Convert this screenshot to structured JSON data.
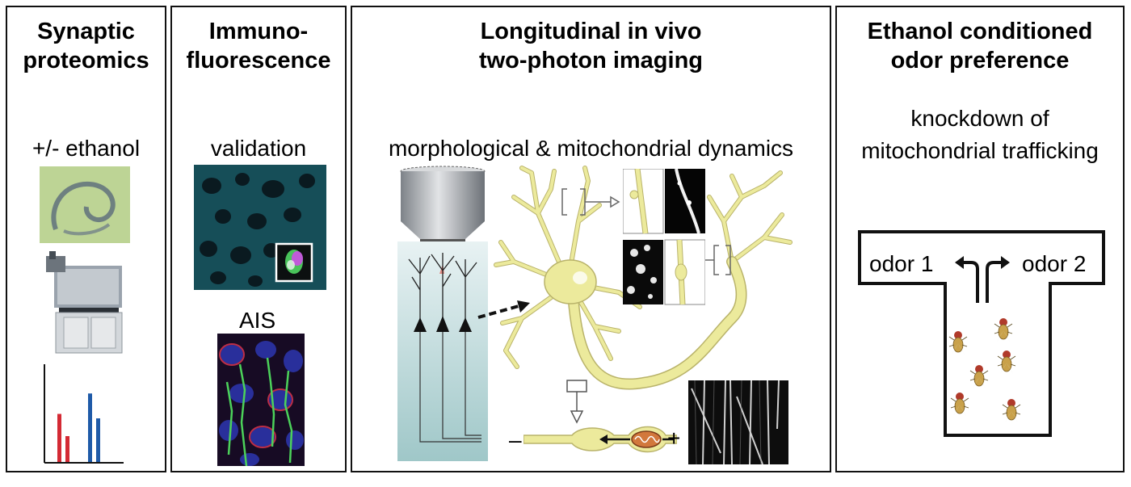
{
  "panels": [
    {
      "title": "Synaptic\nproteomics",
      "subtitle": "+/- ethanol"
    },
    {
      "title": "Immuno-\nfluorescence",
      "subtitle": "validation",
      "label2": "AIS"
    },
    {
      "title": "Longitudinal in vivo\ntwo-photon imaging",
      "subtitle": "morphological & mitochondrial dynamics",
      "minus": "–",
      "plus": "+"
    },
    {
      "title": "Ethanol conditioned\nodor preference",
      "subtitle": "knockdown of\nmitochondrial trafficking",
      "odor1": "odor 1",
      "odor2": "odor 2"
    }
  ],
  "colors": {
    "border": "#111111",
    "neuron": "#ecea9c",
    "neuron_stroke": "#b9b36a",
    "bar_red": "#d42a34",
    "bar_blue": "#1f5aa8"
  },
  "bar_chart": {
    "values": [
      0.55,
      0.3,
      0.78,
      0.5
    ],
    "colors": [
      "bar_red",
      "bar_red",
      "bar_blue",
      "bar_blue"
    ]
  },
  "icons": [
    "hippocampus-slice-image",
    "mass-spectrometer-image",
    "objective-lens-icon",
    "fly-icon",
    "arrow-left-icon",
    "arrow-right-icon"
  ]
}
